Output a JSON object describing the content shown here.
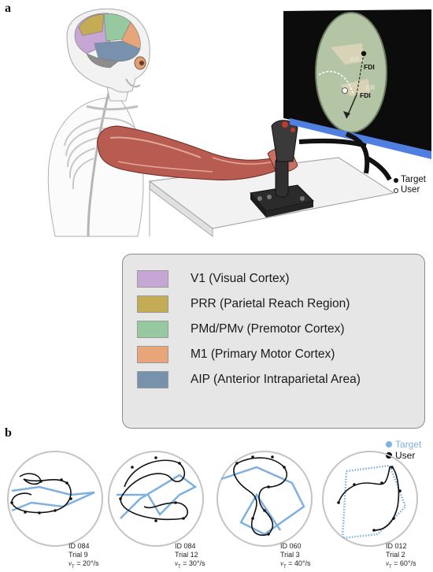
{
  "panel_a": {
    "letter": "a",
    "screen": {
      "label_ar_top": "AR",
      "label_fdi_top": "FDI",
      "label_ar_bottom": "AR",
      "label_fdi_bottom": "FDI",
      "screen_color": "#0c0c0c",
      "oval_color": "#b3c5a5",
      "stand_color": "#4f7fe0"
    },
    "target_legend": {
      "target": "Target",
      "user": "User"
    }
  },
  "legend": {
    "items": [
      {
        "label": "V1 (Visual Cortex)",
        "color": "#c5a6d4"
      },
      {
        "label": "PRR (Parietal Reach Region)",
        "color": "#c4ab55"
      },
      {
        "label": "PMd/PMv (Premotor Cortex)",
        "color": "#96c9a0"
      },
      {
        "label": "M1 (Primary Motor Cortex)",
        "color": "#e8a57a"
      },
      {
        "label": "AIP (Anterior Intraparietal Area)",
        "color": "#7892ad"
      }
    ]
  },
  "panel_b": {
    "letter": "b",
    "legend": {
      "target": "Target",
      "user": "User",
      "target_color": "#7fb0e0",
      "user_color": "#000000"
    },
    "trials": [
      {
        "id": "ID 084",
        "trial": "Trial 9",
        "vel_sym": "v",
        "vel_sub": "T",
        "vel_val": " = 20°/s"
      },
      {
        "id": "ID 084",
        "trial": "Trial 12",
        "vel_sym": "v",
        "vel_sub": "T",
        "vel_val": " = 30°/s"
      },
      {
        "id": "ID 060",
        "trial": "Trial 3",
        "vel_sym": "v",
        "vel_sub": "T",
        "vel_val": " = 40°/s"
      },
      {
        "id": "ID 012",
        "trial": "Trial 2",
        "vel_sym": "v",
        "vel_sub": "T",
        "vel_val": " = 60°/s"
      }
    ]
  }
}
